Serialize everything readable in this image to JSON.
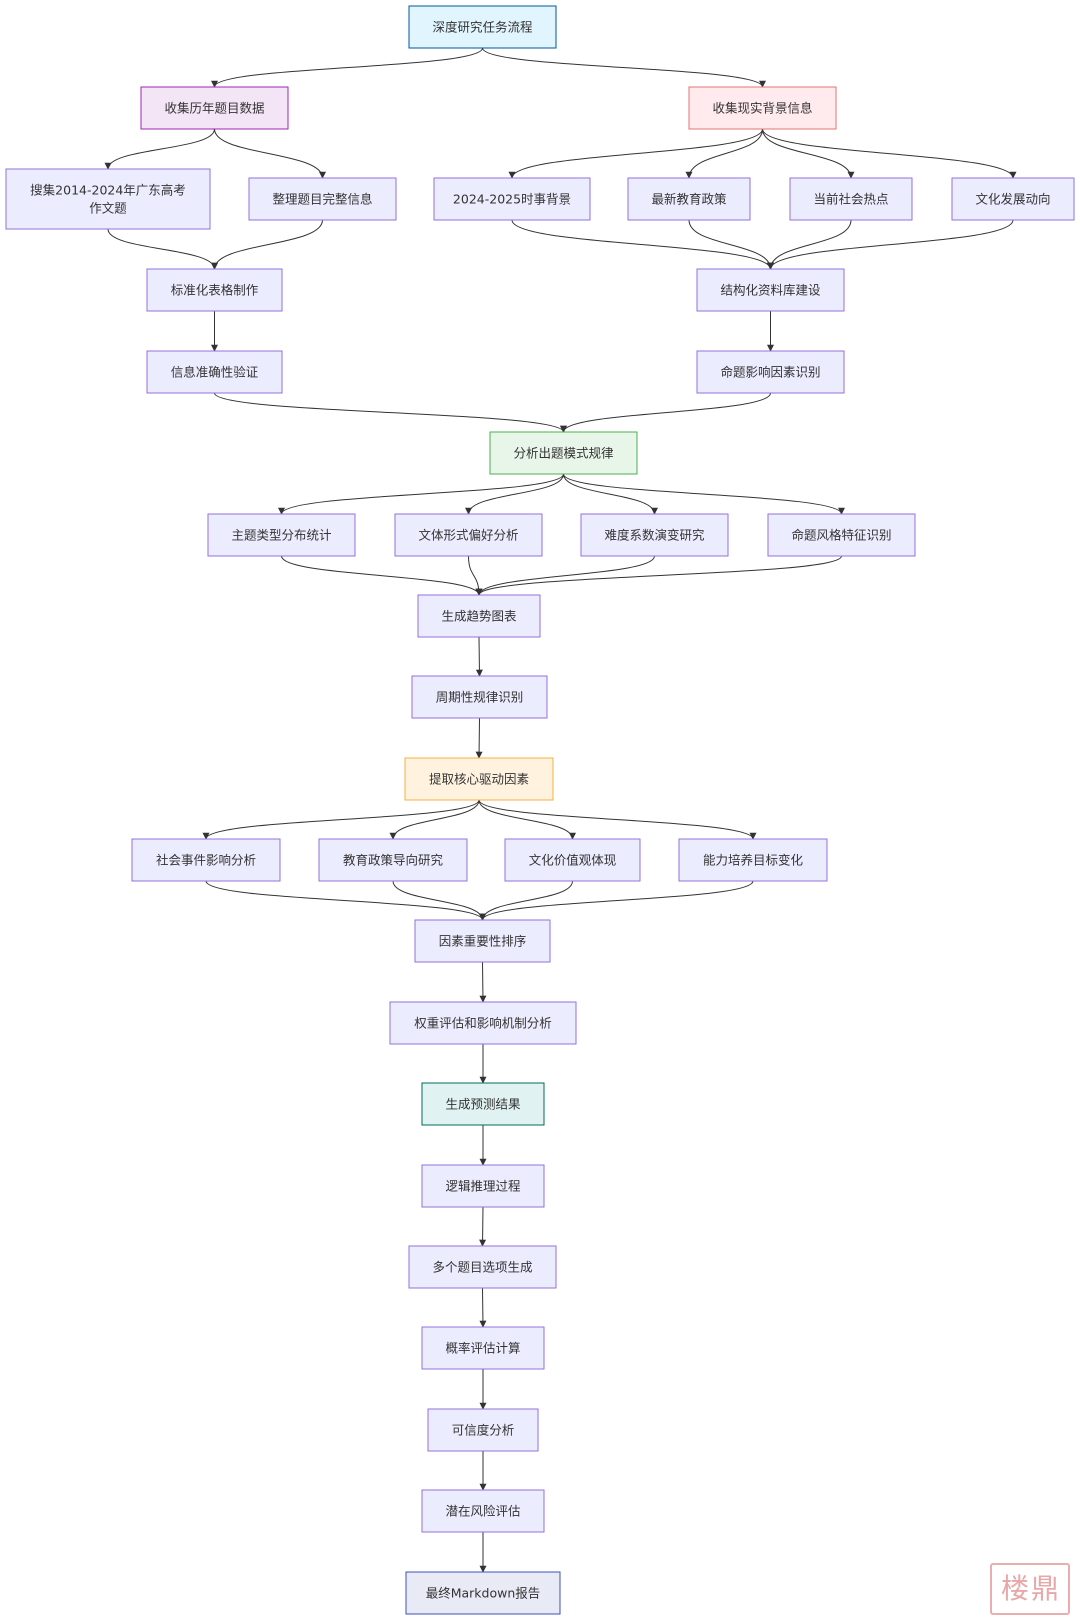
{
  "nodes": [
    {
      "id": "n1",
      "lines": [
        "深度研究任务流程"
      ],
      "style": "cyan"
    },
    {
      "id": "n2",
      "lines": [
        "收集历年题目数据"
      ],
      "style": "purple"
    },
    {
      "id": "n3",
      "lines": [
        "收集现实背景信息"
      ],
      "style": "red"
    },
    {
      "id": "n4",
      "lines": [
        "搜集2014-2024年广东高考",
        "作文题"
      ],
      "style": "default"
    },
    {
      "id": "n5",
      "lines": [
        "整理题目完整信息"
      ],
      "style": "default"
    },
    {
      "id": "n6",
      "lines": [
        "2024-2025时事背景"
      ],
      "style": "default"
    },
    {
      "id": "n7",
      "lines": [
        "最新教育政策"
      ],
      "style": "default"
    },
    {
      "id": "n8",
      "lines": [
        "当前社会热点"
      ],
      "style": "default"
    },
    {
      "id": "n9",
      "lines": [
        "文化发展动向"
      ],
      "style": "default"
    },
    {
      "id": "n10",
      "lines": [
        "标准化表格制作"
      ],
      "style": "default"
    },
    {
      "id": "n11",
      "lines": [
        "结构化资料库建设"
      ],
      "style": "default"
    },
    {
      "id": "n12",
      "lines": [
        "信息准确性验证"
      ],
      "style": "default"
    },
    {
      "id": "n13",
      "lines": [
        "命题影响因素识别"
      ],
      "style": "default"
    },
    {
      "id": "n14",
      "lines": [
        "分析出题模式规律"
      ],
      "style": "green"
    },
    {
      "id": "n15",
      "lines": [
        "主题类型分布统计"
      ],
      "style": "default"
    },
    {
      "id": "n16",
      "lines": [
        "文体形式偏好分析"
      ],
      "style": "default"
    },
    {
      "id": "n17",
      "lines": [
        "难度系数演变研究"
      ],
      "style": "default"
    },
    {
      "id": "n18",
      "lines": [
        "命题风格特征识别"
      ],
      "style": "default"
    },
    {
      "id": "n19",
      "lines": [
        "生成趋势图表"
      ],
      "style": "default"
    },
    {
      "id": "n20",
      "lines": [
        "周期性规律识别"
      ],
      "style": "default"
    },
    {
      "id": "n21",
      "lines": [
        "提取核心驱动因素"
      ],
      "style": "orange"
    },
    {
      "id": "n22",
      "lines": [
        "社会事件影响分析"
      ],
      "style": "default"
    },
    {
      "id": "n23",
      "lines": [
        "教育政策导向研究"
      ],
      "style": "default"
    },
    {
      "id": "n24",
      "lines": [
        "文化价值观体现"
      ],
      "style": "default"
    },
    {
      "id": "n25",
      "lines": [
        "能力培养目标变化"
      ],
      "style": "default"
    },
    {
      "id": "n26",
      "lines": [
        "因素重要性排序"
      ],
      "style": "default"
    },
    {
      "id": "n27",
      "lines": [
        "权重评估和影响机制分析"
      ],
      "style": "default"
    },
    {
      "id": "n28",
      "lines": [
        "生成预测结果"
      ],
      "style": "teal"
    },
    {
      "id": "n29",
      "lines": [
        "逻辑推理过程"
      ],
      "style": "default"
    },
    {
      "id": "n30",
      "lines": [
        "多个题目选项生成"
      ],
      "style": "default"
    },
    {
      "id": "n31",
      "lines": [
        "概率评估计算"
      ],
      "style": "default"
    },
    {
      "id": "n32",
      "lines": [
        "可信度分析"
      ],
      "style": "default"
    },
    {
      "id": "n33",
      "lines": [
        "潜在风险评估"
      ],
      "style": "default"
    },
    {
      "id": "n34",
      "lines": [
        "最终Markdown报告"
      ],
      "style": "blue"
    }
  ],
  "edges": [
    [
      "n1",
      "n2"
    ],
    [
      "n1",
      "n3"
    ],
    [
      "n2",
      "n4"
    ],
    [
      "n2",
      "n5"
    ],
    [
      "n3",
      "n6"
    ],
    [
      "n3",
      "n7"
    ],
    [
      "n3",
      "n8"
    ],
    [
      "n3",
      "n9"
    ],
    [
      "n4",
      "n10"
    ],
    [
      "n5",
      "n10"
    ],
    [
      "n6",
      "n11"
    ],
    [
      "n7",
      "n11"
    ],
    [
      "n8",
      "n11"
    ],
    [
      "n9",
      "n11"
    ],
    [
      "n10",
      "n12"
    ],
    [
      "n11",
      "n13"
    ],
    [
      "n12",
      "n14"
    ],
    [
      "n13",
      "n14"
    ],
    [
      "n14",
      "n15"
    ],
    [
      "n14",
      "n16"
    ],
    [
      "n14",
      "n17"
    ],
    [
      "n14",
      "n18"
    ],
    [
      "n15",
      "n19"
    ],
    [
      "n16",
      "n19"
    ],
    [
      "n17",
      "n19"
    ],
    [
      "n18",
      "n19"
    ],
    [
      "n19",
      "n20"
    ],
    [
      "n20",
      "n21"
    ],
    [
      "n21",
      "n22"
    ],
    [
      "n21",
      "n23"
    ],
    [
      "n21",
      "n24"
    ],
    [
      "n21",
      "n25"
    ],
    [
      "n22",
      "n26"
    ],
    [
      "n23",
      "n26"
    ],
    [
      "n24",
      "n26"
    ],
    [
      "n25",
      "n26"
    ],
    [
      "n26",
      "n27"
    ],
    [
      "n27",
      "n28"
    ],
    [
      "n28",
      "n29"
    ],
    [
      "n29",
      "n30"
    ],
    [
      "n30",
      "n31"
    ],
    [
      "n31",
      "n32"
    ],
    [
      "n32",
      "n33"
    ],
    [
      "n33",
      "n34"
    ]
  ],
  "styles": {
    "default": {
      "fill": "#ececff",
      "stroke": "#9370db"
    },
    "cyan": {
      "fill": "#e1f5fe",
      "stroke": "#01579b"
    },
    "purple": {
      "fill": "#f3e5f5",
      "stroke": "#9c27b0"
    },
    "red": {
      "fill": "#ffebee",
      "stroke": "#e57373"
    },
    "green": {
      "fill": "#e8f5e9",
      "stroke": "#4caf50"
    },
    "orange": {
      "fill": "#fff3e0",
      "stroke": "#f5b041"
    },
    "teal": {
      "fill": "#e0f2f1",
      "stroke": "#00695c"
    },
    "blue": {
      "fill": "#e8eaf6",
      "stroke": "#3f51b5"
    }
  },
  "seal": {
    "chars": [
      "楼",
      "鼎"
    ]
  }
}
